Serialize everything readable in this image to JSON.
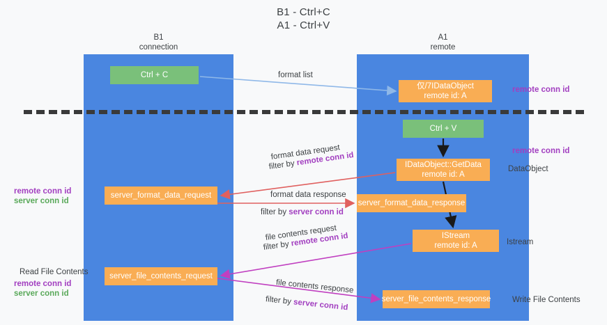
{
  "title": {
    "line1": "B1 - Ctrl+C",
    "line2": "A1 - Ctrl+V"
  },
  "columns": [
    {
      "name": "B1",
      "sub": "connection"
    },
    {
      "name": "A1",
      "sub": "remote"
    }
  ],
  "nodes": {
    "ctrl_c": {
      "label": "Ctrl + C",
      "color": "#7ac07a"
    },
    "idataobject": {
      "label": "仅/7IDataObject",
      "sub": "remote id: A",
      "color": "#f9ad54"
    },
    "ctrl_v": {
      "label": "Ctrl + V",
      "color": "#7ac07a"
    },
    "getdata": {
      "label": "IDataObject::GetData",
      "sub": "remote id: A",
      "color": "#f9ad54"
    },
    "server_format_data_request": {
      "label": "server_format_data_request",
      "color": "#f9ad54"
    },
    "server_format_data_response": {
      "label": "server_format_data_response",
      "color": "#f9ad54"
    },
    "istream": {
      "label": "IStream",
      "sub": "remote id: A",
      "color": "#f9ad54"
    },
    "server_file_contents_request": {
      "label": "server_file_contents_request",
      "color": "#f9ad54"
    },
    "server_file_contents_response": {
      "label": "server_file_contents_response",
      "color": "#f9ad54"
    }
  },
  "edges": {
    "format_list": "format list",
    "format_data_request": "format data request",
    "filter_by_remote_1": "filter by ",
    "format_data_response": "format data response",
    "filter_by_server_1": "filter by ",
    "file_contents_request": "file contents request",
    "filter_by_remote_2": "filter by ",
    "file_contents_response": "file contents response",
    "filter_by_server_2": "filter by "
  },
  "tokens": {
    "remote_conn_id": "remote conn id",
    "server_conn_id": "server conn id"
  },
  "side_labels": {
    "remote_conn_id_top": "remote conn id",
    "remote_conn_id_mid": "remote conn id",
    "dataobject": "DataObject",
    "istream": "Istream",
    "write_file_contents": "Write File Contents",
    "read_file_contents": "Read File Contents",
    "left_remote_conn_id_1": "remote conn id",
    "left_server_conn_id_1": "server conn id",
    "left_remote_conn_id_2": "remote conn id",
    "left_server_conn_id_2": "server conn id"
  },
  "colors": {
    "lane": "#4a86e0",
    "green_node": "#7ac07a",
    "orange_node": "#f9ad54",
    "purple_text": "#a23fc0",
    "green_text": "#5aa95a",
    "arrow_blue": "#8fb8e8",
    "arrow_red": "#e0605f",
    "arrow_magenta": "#c03fc0",
    "arrow_black": "#1a1a1a",
    "background": "#f8f9fa"
  }
}
